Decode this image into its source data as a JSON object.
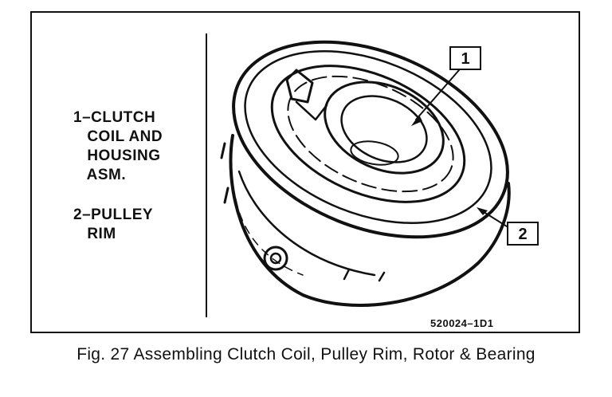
{
  "legend": {
    "item1": "1–CLUTCH\n   COIL AND\n   HOUSING\n   ASM.",
    "item2": "2–PULLEY\n   RIM"
  },
  "callouts": {
    "one": "1",
    "two": "2"
  },
  "reference_code": "520024–1D1",
  "caption": "Fig. 27  Assembling Clutch Coil, Pulley Rim, Rotor & Bearing"
}
